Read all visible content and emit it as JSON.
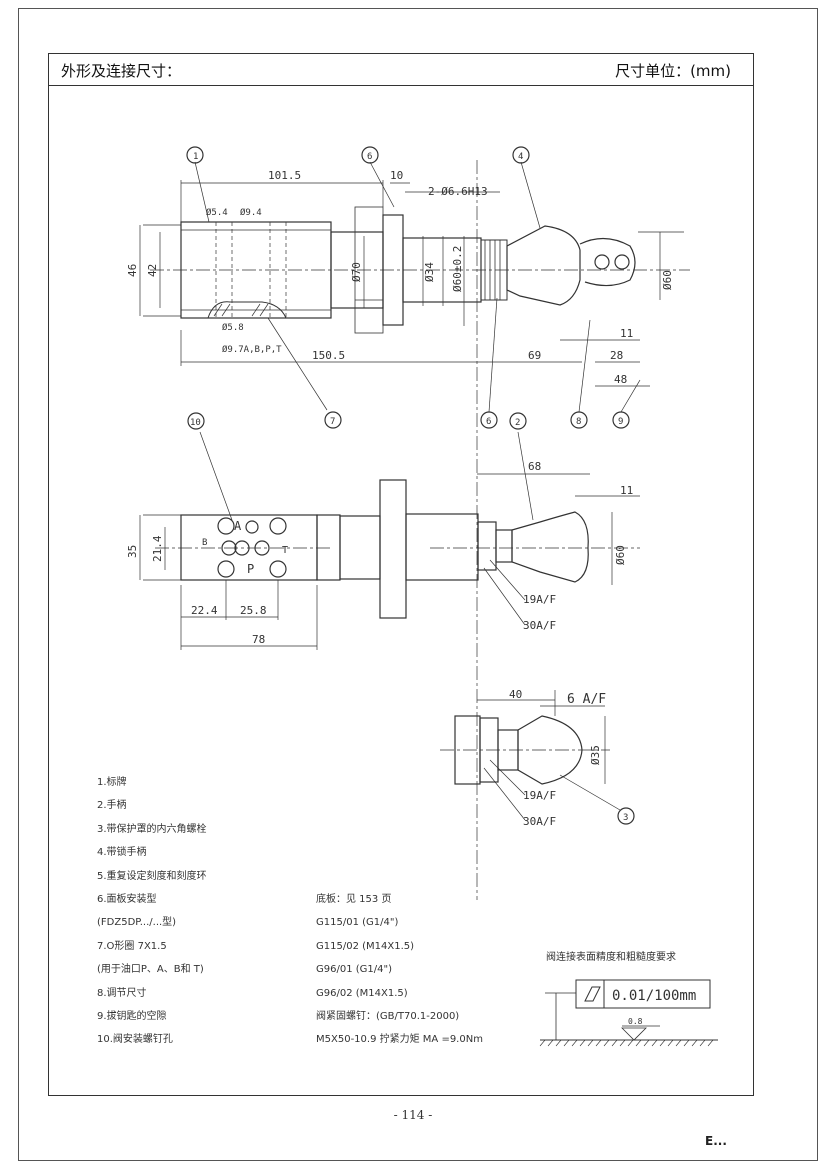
{
  "header": {
    "title": "外形及连接尺寸：",
    "unit": "尺寸单位：(mm)"
  },
  "top_view": {
    "callouts": [
      "1",
      "6",
      "4",
      "7",
      "6",
      "8",
      "9"
    ],
    "dims": {
      "d101_5": "101.5",
      "d10": "10",
      "holes": "2-Ø6.6H13",
      "d5_4": "Ø5.4",
      "d9_4": "Ø9.4",
      "d46": "46",
      "d42": "42",
      "d70": "Ø70",
      "d34": "Ø34",
      "d60tol": "Ø60±0.2",
      "d60": "Ø60",
      "d5_8": "Ø5.8",
      "d9_7": "Ø9.7A,B,P,T",
      "d150_5": "150.5",
      "d69": "69",
      "d11": "11",
      "d28": "28",
      "d48": "48"
    }
  },
  "front_view": {
    "callouts": [
      "10",
      "2"
    ],
    "dims": {
      "d68": "68",
      "d11": "11",
      "d35": "35",
      "d21_4": "21.4",
      "d22_4": "22.4",
      "d25_8": "25.8",
      "d78": "78",
      "d60": "Ø60",
      "af19": "19A/F",
      "af30": "30A/F"
    },
    "ports": {
      "a": "A",
      "b": "B",
      "p": "P",
      "t": "T"
    }
  },
  "bottom_view": {
    "callouts": [
      "3"
    ],
    "dims": {
      "d40": "40",
      "af6": "6 A/F",
      "d35": "Ø35",
      "af19": "19A/F",
      "af30": "30A/F"
    }
  },
  "legend": [
    "1.标牌",
    "2.手柄",
    "3.带保护罩的内六角螺栓",
    "4.带锁手柄",
    "5.重复设定刻度和刻度环",
    "6.面板安装型",
    "(FDZ5DP.../...型)",
    "7.O形圈 7X1.5",
    "(用于油口P、A、B和 T)",
    "8.调节尺寸",
    "9.拔钥匙的空隙",
    "10.阀安装螺钉孔"
  ],
  "legend_right": [
    "底板：见 153 页",
    "G115/01 (G1/4\")",
    "G115/02 (M14X1.5)",
    "G96/01 (G1/4\")",
    "G96/02 (M14X1.5)",
    "阀紧固螺钉：(GB/T70.1-2000)",
    "M5X50-10.9 拧紧力矩  MA =9.0Nm"
  ],
  "surface_req": {
    "title": "阀连接表面精度和粗糙度要求",
    "flatness": "0.01/100mm",
    "roughness": "0.8"
  },
  "footer": {
    "page": "- 114 -",
    "mark": "E..."
  }
}
